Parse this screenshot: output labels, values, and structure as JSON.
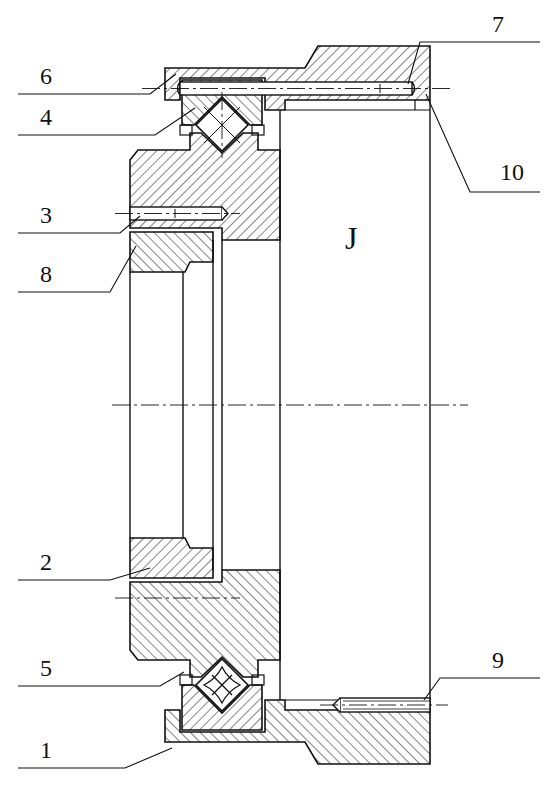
{
  "diagram": {
    "labels": [
      "6",
      "4",
      "3",
      "8",
      "2",
      "5",
      "1",
      "7",
      "10",
      "9",
      "J"
    ]
  }
}
